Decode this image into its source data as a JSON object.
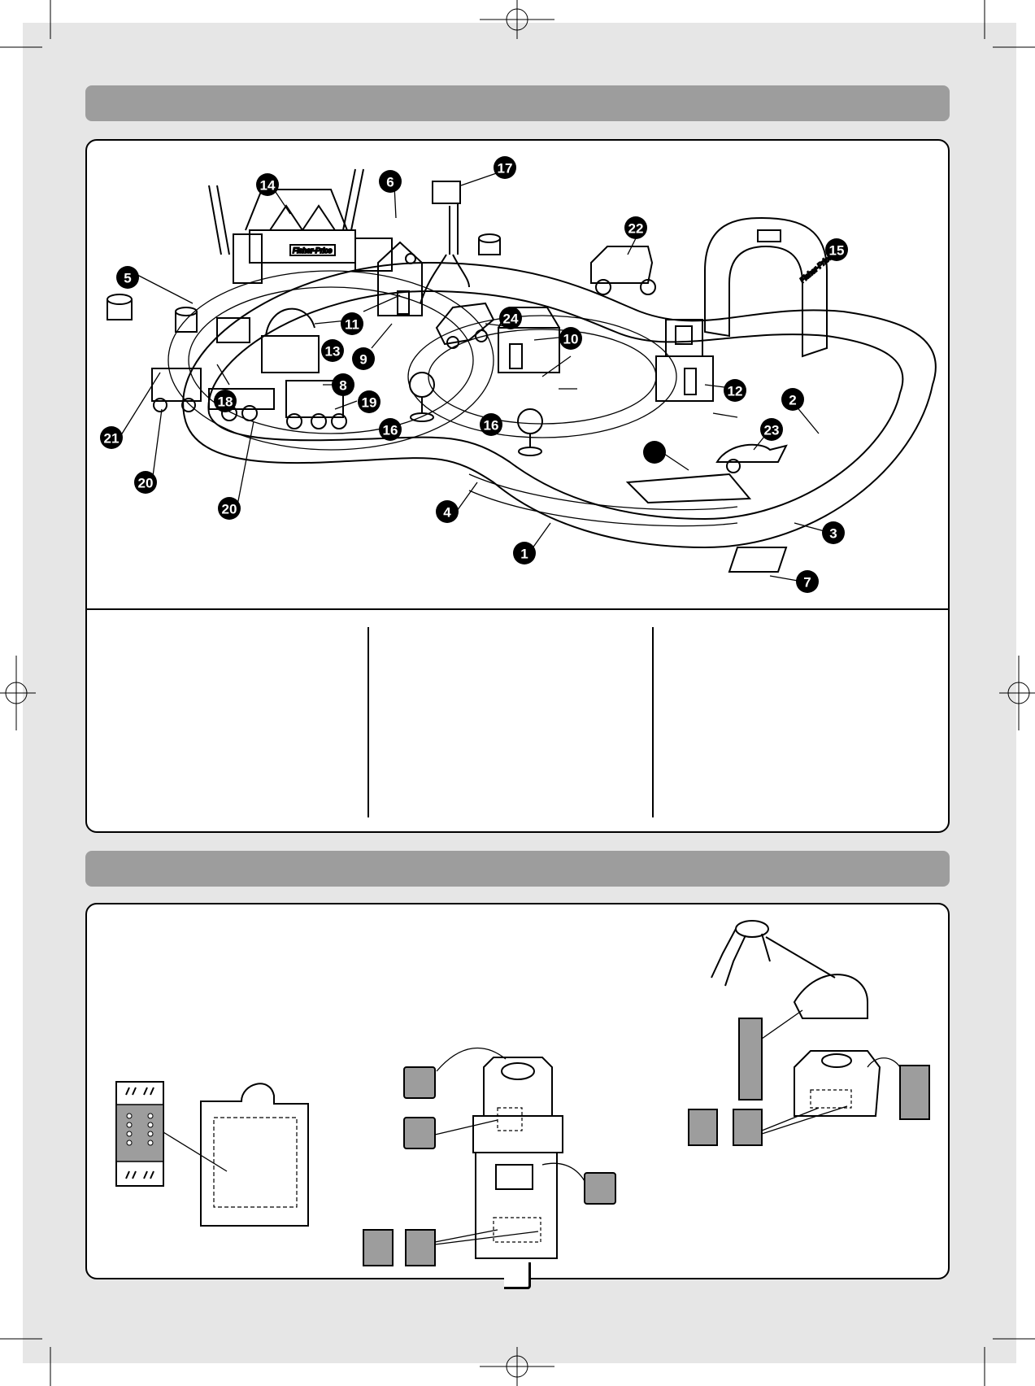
{
  "parts_diagram": {
    "callouts": [
      "1",
      "2",
      "3",
      "4",
      "5",
      "6",
      "7",
      "8",
      "9",
      "10",
      "11",
      "12",
      "13",
      "14",
      "15",
      "16",
      "17",
      "18",
      "19",
      "20",
      "21",
      "22",
      "23",
      "24"
    ],
    "unnumbered_callout": "",
    "brand_label": "Fisher-Price"
  },
  "colors": {
    "page_background": "#e6e6e6",
    "header_bar": "#9d9d9d",
    "panel": "#ffffff",
    "label_marker": "#9d9d9d",
    "badge": "#000000"
  },
  "icons": [
    "registration-crosshair-icon",
    "page-corner-icon"
  ]
}
